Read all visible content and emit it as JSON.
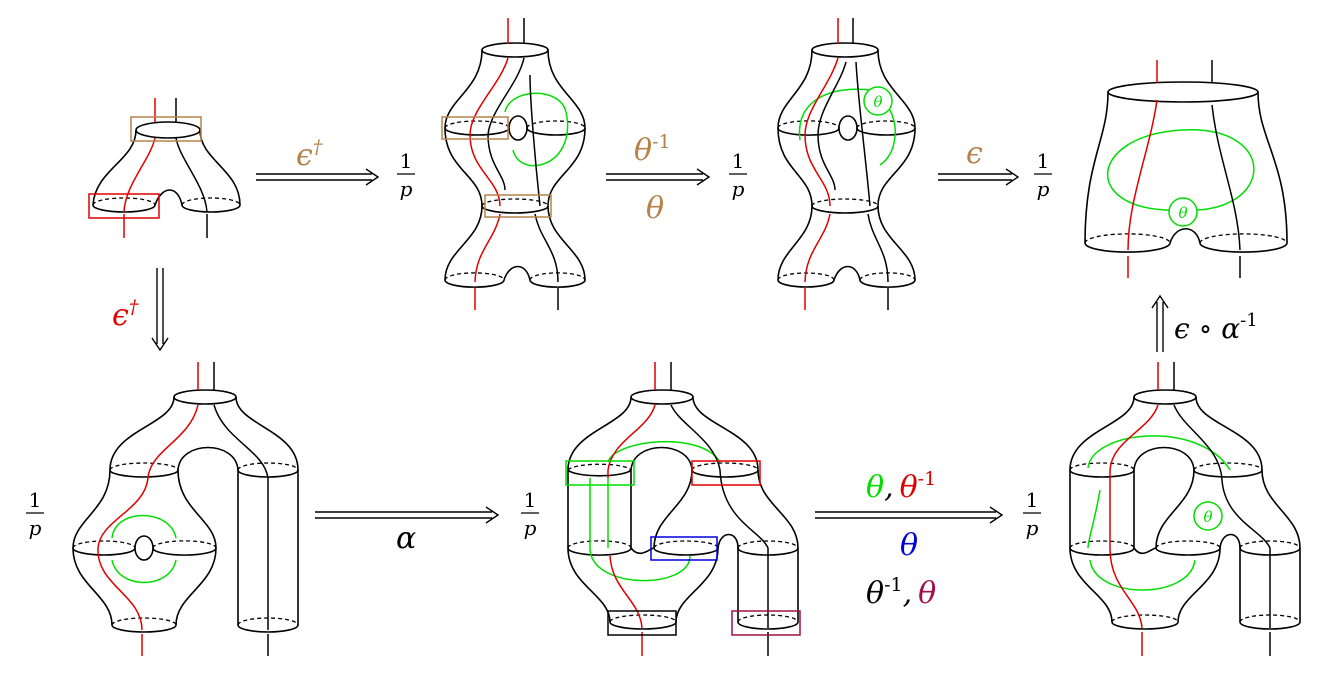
{
  "colors": {
    "red": "#e00000",
    "green": "#00dd00",
    "tan": "#b5824a",
    "blue": "#0000dd",
    "maroon": "#a0104a",
    "black": "#000000"
  },
  "fraction": {
    "numerator": "1",
    "denominator": "p"
  },
  "arrows": {
    "epsilon_dagger_top": {
      "base": "ϵ",
      "sup": "†"
    },
    "theta_pair": {
      "top_base": "θ",
      "top_sup": "-1",
      "bottom": "θ"
    },
    "epsilon": {
      "base": "ϵ"
    },
    "epsilon_dagger_down": {
      "base": "ϵ",
      "sup": "†"
    },
    "alpha": {
      "base": "α"
    },
    "theta_multi": {
      "line1_a": "θ",
      "line1_sep": ",",
      "line1_b": "θ",
      "line1_b_sup": "-1",
      "line2": "θ",
      "line3_a": "θ",
      "line3_a_sup": "-1",
      "line3_sep": ",",
      "line3_b": "θ"
    },
    "epsilon_alpha_up": {
      "base": "ϵ ∘ α",
      "sup": "-1"
    }
  },
  "theta_label": "θ"
}
